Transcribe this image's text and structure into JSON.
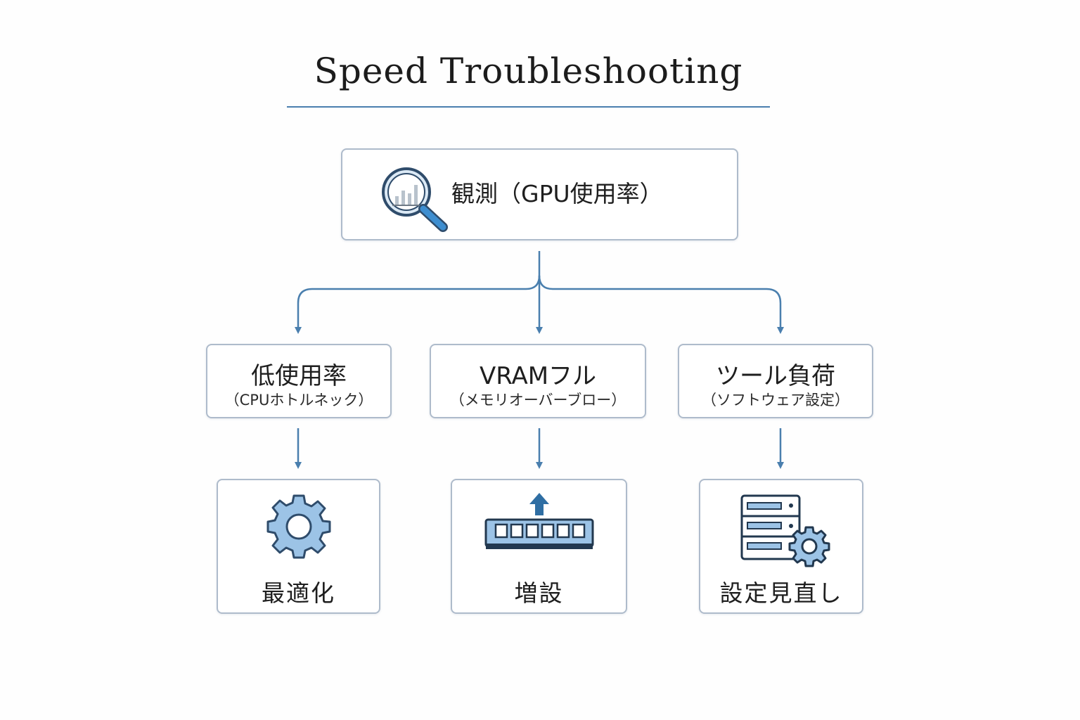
{
  "title": "Speed Troubleshooting",
  "root": {
    "label": "観測（GPU使用率）",
    "icon": "magnifier-chart-icon"
  },
  "branches": [
    {
      "title": "低使用率",
      "subtitle": "（CPUホトルネック）",
      "action_label": "最適化",
      "action_icon": "gear-icon"
    },
    {
      "title": "VRAMフル",
      "subtitle": "（メモリオーバーブロー）",
      "action_label": "増設",
      "action_icon": "memory-module-upgrade-icon"
    },
    {
      "title": "ツール負荷",
      "subtitle": "（ソフトウェア設定）",
      "action_label": "設定見直し",
      "action_icon": "server-settings-icon"
    }
  ],
  "colors": {
    "accent": "#4a7fae",
    "box_border": "#aebbcb",
    "icon_fill": "#9cc3e6",
    "icon_stroke": "#2f4c6b"
  }
}
